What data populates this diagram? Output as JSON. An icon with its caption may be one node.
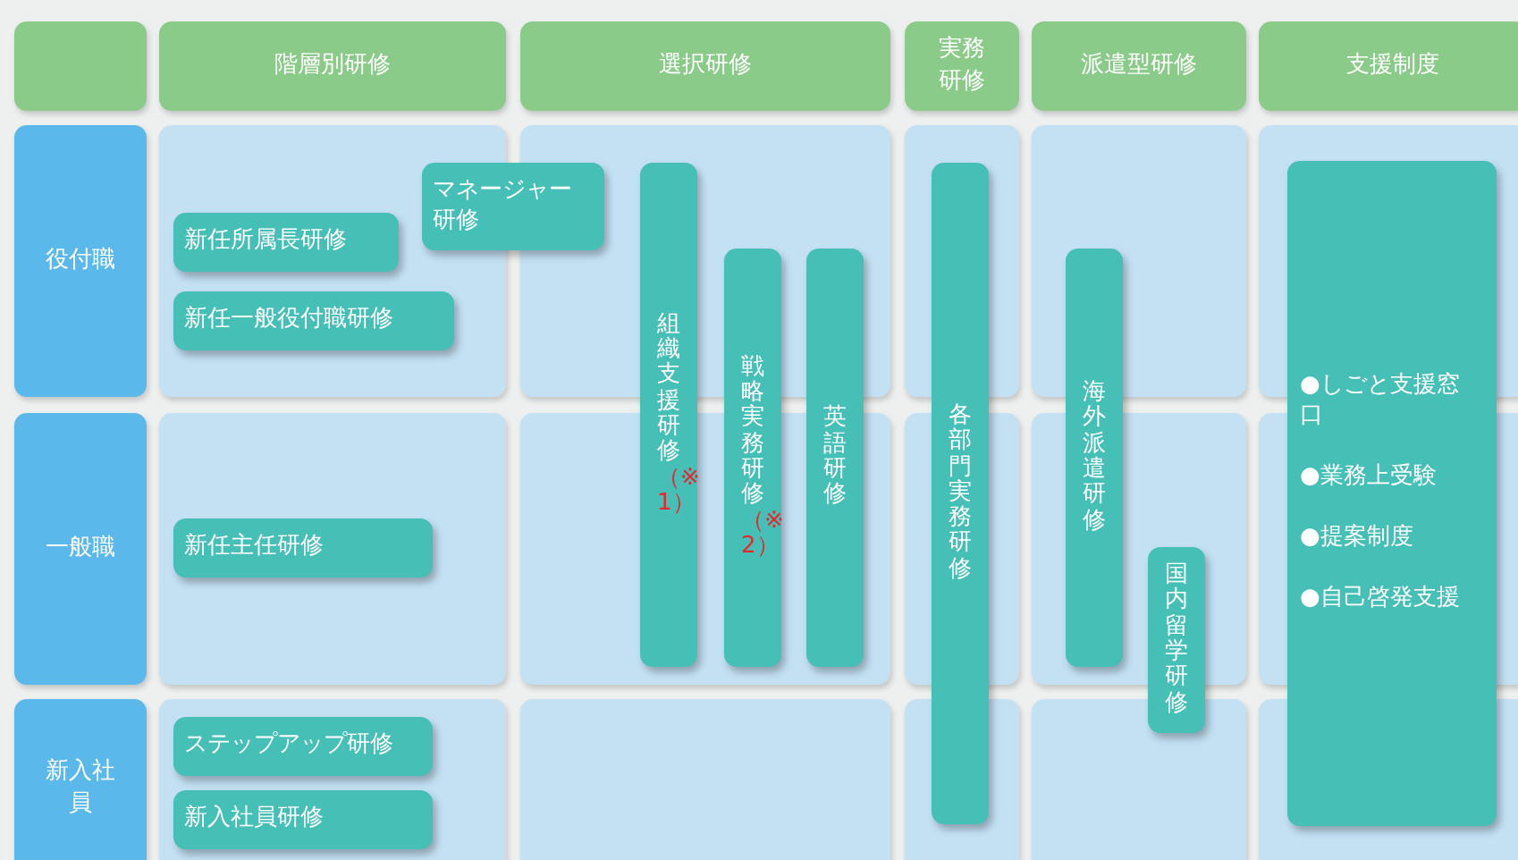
{
  "diagram": {
    "nodes": [
      {
        "text": [],
        "shape": "box"
      },
      {
        "text": [
          "階層別研修"
        ]
      },
      {
        "text": [
          "選択研修"
        ]
      },
      {
        "text": [
          "実務研修"
        ]
      },
      {
        "text": [
          "派遣型研修"
        ]
      },
      {
        "text": [
          "支援制度"
        ]
      },
      {
        "text": [
          "役付職"
        ]
      },
      {
        "text": [
          "一般職"
        ]
      },
      {
        "text": [
          "新入社員"
        ]
      },
      {
        "text": [
          "マネージャー研修"
        ]
      },
      {
        "text": [
          "新任所属長研修"
        ]
      },
      {
        "text": [
          "新任一般役付職研修"
        ]
      },
      {
        "text": [
          "組織支援研修",
          "（※1）"
        ]
      },
      {
        "text": [
          "戦略実務研修",
          "（※2）"
        ]
      },
      {
        "text": [
          "英語研修"
        ]
      },
      {
        "text": [
          "各部門実務研修"
        ]
      },
      {
        "text": [
          "海外派遣研修"
        ]
      },
      {
        "text": [
          "●しごと支援窓口",
          "●業務上受験",
          "●提案制度",
          "●自己啓発支援"
        ]
      },
      {
        "text": [
          "新任主任研修"
        ]
      },
      {
        "text": [
          "国内留学研修"
        ]
      },
      {
        "text": [
          "ステップアップ研修"
        ]
      },
      {
        "text": [
          "新入社員研修"
        ]
      }
    ]
  }
}
